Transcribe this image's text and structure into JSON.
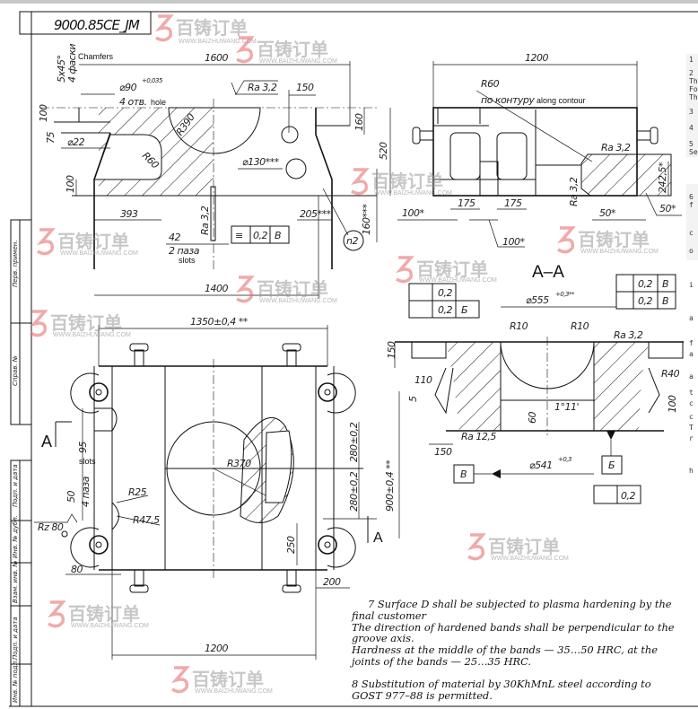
{
  "title_block": {
    "doc_code": "9000.85СE_ЈМ"
  },
  "watermark": {
    "brand": "百铸订单",
    "url": "WWW.BAIZHUWANG.COM",
    "accent": "#e87070"
  },
  "front_view": {
    "chamfers_ru": "4 фаски",
    "chamfers_size": "5x45°",
    "chamfers_en": "Chamfers",
    "dim_1600": "1600",
    "hole_dia": "⌀90",
    "hole_tol": "+0,035",
    "hole_count_ru": "4 отв.",
    "hole_en": "hole",
    "ra_top": "Ra 3,2",
    "dim_150": "150",
    "dim_160": "160",
    "dim_100_top": "100",
    "dim_75": "75",
    "dim_22": "⌀22",
    "r390": "R390",
    "r60": "R60",
    "dim_100_left": "100",
    "dim_130": "⌀130***",
    "dim_520": "520",
    "dim_393": "393",
    "ra_slot": "Ra 3,2",
    "dim_42": "42",
    "slots_ru": "2 паза",
    "slots_en": "slots",
    "tol_symbol": "≡",
    "tol_value": "0,2",
    "tol_datum": "В",
    "dim_205": "205***",
    "dim_160b": "160***",
    "callout_n2": "n2",
    "dim_1400": "1400"
  },
  "side_view": {
    "dim_1200": "1200",
    "r60": "R60",
    "contour_ru": "по контуру",
    "contour_en": "along contour",
    "ra_a": "Ra 3,2",
    "ra_b": "Ra 3,2",
    "dim_2425": "242,5*",
    "dim_175a": "175",
    "dim_175b": "175",
    "dim_100a": "100*",
    "dim_100b": "100*",
    "dim_50a": "50*",
    "dim_50b": "50*"
  },
  "section_aa": {
    "title": "A–A",
    "tol_flat": "0,2",
    "tol_parallel": "0,2",
    "tol_parallel_datum": "Б",
    "tol_perp": "0,2",
    "tol_perp_datum": "В",
    "tol_cross": "0,2",
    "tol_cross_datum": "В",
    "dia_555": "⌀555",
    "dia_555_tol": "+0,3**",
    "r10a": "R10",
    "r10b": "R10",
    "ra32": "Ra 3,2",
    "dim_150": "150",
    "dim_110": "110",
    "dim_5": "5",
    "dim_150b": "150",
    "dim_60": "60",
    "angle": "1°11'",
    "r40": "R40",
    "dim_100": "100",
    "ra125": "Ra 12,5",
    "dia_541": "⌀541",
    "dia_541_tol": "+0,3",
    "datum_v": "В",
    "datum_b": "Б",
    "tol_flat2": "0,2"
  },
  "plan_view": {
    "dim_1350": "1350±0,4 **",
    "section_mark": "A",
    "section_mark2": "A",
    "dim_95": "95",
    "slots_en": "slots",
    "slots_ru": "4 паза",
    "dim_50": "50",
    "r25": "R25",
    "r475": "R47,5",
    "rz80": "Rz 80",
    "r370": "R370",
    "dim_280a": "280±0,2",
    "dim_280b": "280±0,2",
    "dim_900": "900±0,4 **",
    "dim_250": "250",
    "dim_80": "80",
    "dim_200": "200",
    "dim_1200": "1200"
  },
  "side_strip": [
    "Перв. примен.",
    "Справ. №",
    "Подп. и дата",
    "Инв. № дубл.",
    "Взам. инв. №",
    "Подп. и дата",
    "Инв. № подл."
  ],
  "notes": {
    "n7a": "7 Surface D shall be subjected to plasma hardening by the final customer",
    "n7b": "The direction of hardened bands shall be perpendicular to the groove axis.",
    "n7c": "Hardness at the middle of the bands — 35…50 HRC, at the joints of the bands — 25…35 HRC.",
    "n8": "8 Substitution of material by 30KhMnL steel according to GOST 977–88 is permitted."
  },
  "right_fragments": [
    "1",
    "2",
    "Th",
    "Fo",
    "Th",
    "3",
    "4",
    "5",
    "Se",
    "6",
    "f",
    "c",
    "o",
    "i",
    "a",
    "f",
    "a",
    "a",
    "t",
    "c",
    "c",
    "T",
    "r",
    "h"
  ]
}
